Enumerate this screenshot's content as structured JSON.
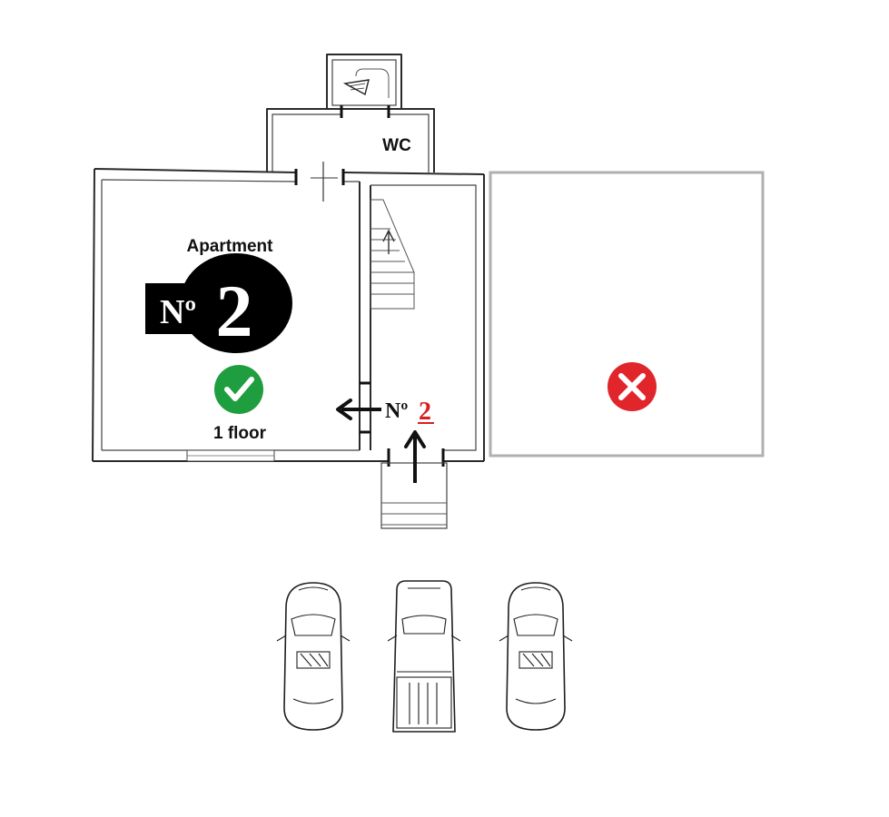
{
  "labels": {
    "wc": "WC",
    "apartment": "Apartment",
    "badge_prefix": "Nº",
    "badge_number": "2",
    "floor": "1 floor",
    "entrance_prefix": "Nº",
    "entrance_number": "2"
  },
  "status": {
    "apartment_available": "check-icon",
    "neighbor_unavailable": "cross-icon"
  },
  "colors": {
    "check": "#1e9e3e",
    "cross": "#e1262b",
    "badge": "#000000",
    "entrance_number": "#d81f1f",
    "neighbor_outline": "#b0b0b0"
  },
  "parking": {
    "vehicles": [
      "sedan",
      "pickup",
      "sedan"
    ]
  }
}
